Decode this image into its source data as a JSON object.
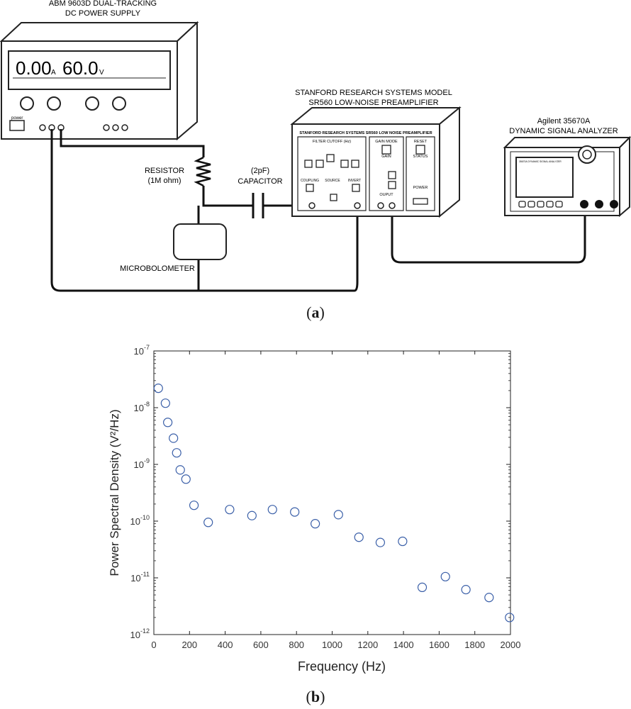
{
  "diagram": {
    "caption": "a",
    "power_supply": {
      "title_line1": "ABM 9603D DUAL-TRACKING",
      "title_line2": "DC POWER SUPPLY",
      "current_value": "0.00",
      "current_unit": "A",
      "voltage_value": "60.0",
      "voltage_unit": "V",
      "power_label": "power"
    },
    "resistor": {
      "label_line1": "RESISTOR",
      "label_line2": "(1M ohm)"
    },
    "capacitor": {
      "label_line1": "(2pF)",
      "label_line2": "CAPACITOR"
    },
    "microbolometer": {
      "label": "MICROBOLOMETER"
    },
    "preamp": {
      "title_line1": "STANFORD RESEARCH SYSTEMS MODEL",
      "title_line2": "SR560 LOW-NOISE PREAMPLIFIER",
      "panel_title": "STANFORD RESEARCH SYSTEMS SR560 LOW NOISE PREAMPLIFIER",
      "filter_cutoff": "FILTER CUTOFF (Hz)",
      "gain_mode": "GAIN MODE",
      "reset": "RESET",
      "gain": "GAIN",
      "status": "STATUS",
      "coupling": "COUPLING",
      "source": "SOURCE",
      "invert": "INVERT",
      "output": "OUPUT",
      "power": "POWER"
    },
    "analyzer": {
      "title_line1": "Agilent 35670A",
      "title_line2": "DYNAMIC SIGNAL ANALYZER",
      "screen_label": "35670A DYNAMIC SIGNAL ANALYZER"
    }
  },
  "plot_caption": "b",
  "chart_data": {
    "type": "scatter",
    "xlabel": "Frequency (Hz)",
    "ylabel": "Power Spectral Density (V²/Hz)",
    "xlim": [
      0,
      2000
    ],
    "ylim": [
      1e-12,
      1e-07
    ],
    "yscale": "log",
    "x_ticks": [
      0,
      200,
      400,
      600,
      800,
      1000,
      1200,
      1400,
      1600,
      1800,
      2000
    ],
    "y_ticks": [
      {
        "value": 1e-12,
        "base": "10",
        "exp": "-12"
      },
      {
        "value": 1e-11,
        "base": "10",
        "exp": "-11"
      },
      {
        "value": 1e-10,
        "base": "10",
        "exp": "-10"
      },
      {
        "value": 1e-09,
        "base": "10",
        "exp": "-9"
      },
      {
        "value": 1e-08,
        "base": "10",
        "exp": "-8"
      },
      {
        "value": 1e-07,
        "base": "10",
        "exp": "-7"
      }
    ],
    "grid": false,
    "marker_color": "#3a5fa8",
    "points": [
      {
        "x": 25,
        "y": 2.2e-08
      },
      {
        "x": 65,
        "y": 1.2e-08
      },
      {
        "x": 78,
        "y": 5.5e-09
      },
      {
        "x": 110,
        "y": 2.9e-09
      },
      {
        "x": 128,
        "y": 1.6e-09
      },
      {
        "x": 148,
        "y": 8e-10
      },
      {
        "x": 180,
        "y": 5.5e-10
      },
      {
        "x": 225,
        "y": 1.9e-10
      },
      {
        "x": 305,
        "y": 9.5e-11
      },
      {
        "x": 425,
        "y": 1.6e-10
      },
      {
        "x": 550,
        "y": 1.25e-10
      },
      {
        "x": 665,
        "y": 1.6e-10
      },
      {
        "x": 790,
        "y": 1.45e-10
      },
      {
        "x": 905,
        "y": 9e-11
      },
      {
        "x": 1035,
        "y": 1.3e-10
      },
      {
        "x": 1150,
        "y": 5.2e-11
      },
      {
        "x": 1270,
        "y": 4.2e-11
      },
      {
        "x": 1395,
        "y": 4.4e-11
      },
      {
        "x": 1505,
        "y": 6.8e-12
      },
      {
        "x": 1635,
        "y": 1.05e-11
      },
      {
        "x": 1750,
        "y": 6.2e-12
      },
      {
        "x": 1880,
        "y": 4.5e-12
      },
      {
        "x": 1995,
        "y": 2e-12
      }
    ]
  }
}
